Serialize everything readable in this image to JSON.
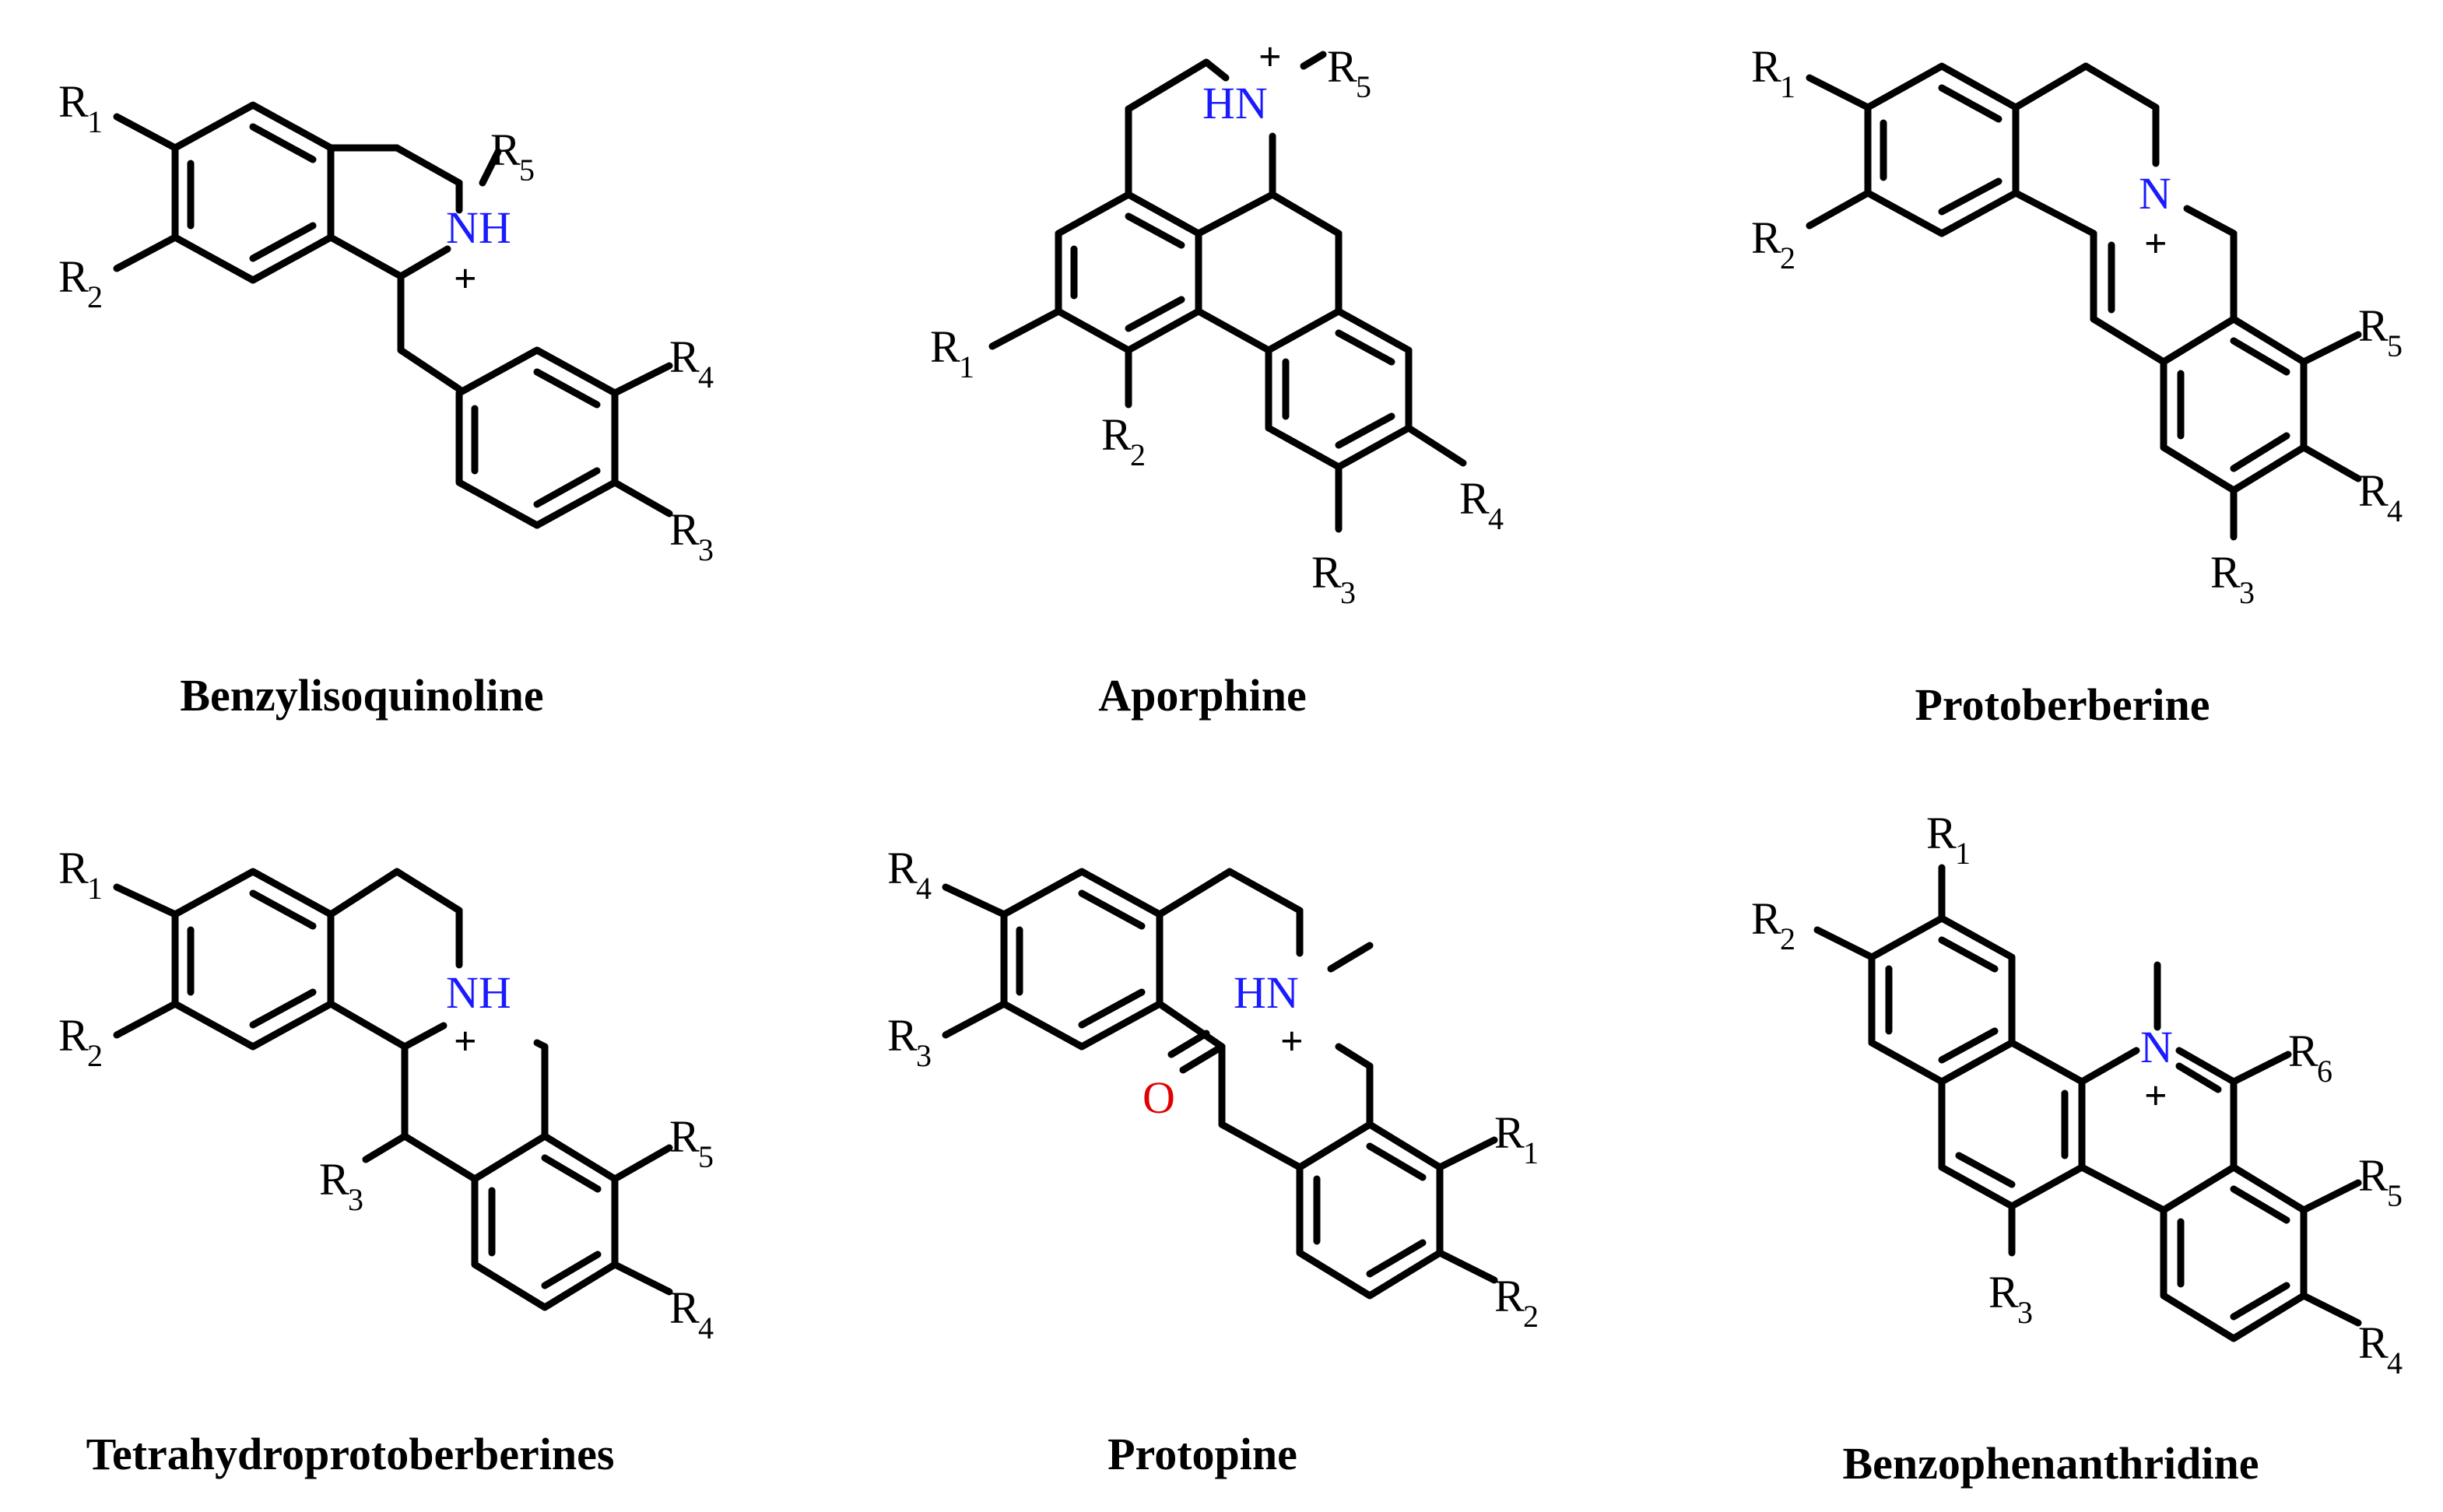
{
  "colors": {
    "bond": "#000000",
    "nitrogen": "#1a1aff",
    "oxygen": "#e00000"
  },
  "glyphs": {
    "plus": "+"
  },
  "structures": [
    {
      "name": "Benzylisoquinoline",
      "atoms": {
        "n": "NH"
      },
      "substituents": [
        "R",
        "1",
        "R",
        "2",
        "R",
        "5",
        "R",
        "4",
        "R",
        "3"
      ]
    },
    {
      "name": "Aporphine",
      "atoms": {
        "n": "HN"
      },
      "substituents": [
        "R",
        "5",
        "R",
        "1",
        "R",
        "2",
        "R",
        "4",
        "R",
        "3"
      ]
    },
    {
      "name": "Protoberberine",
      "atoms": {
        "n": "N"
      },
      "substituents": [
        "R",
        "1",
        "R",
        "2",
        "R",
        "5",
        "R",
        "4",
        "R",
        "3"
      ]
    },
    {
      "name": "Tetrahydroprotoberberines",
      "atoms": {
        "n": "NH"
      },
      "substituents": [
        "R",
        "1",
        "R",
        "2",
        "R",
        "3",
        "R",
        "5",
        "R",
        "4"
      ]
    },
    {
      "name": "Protopine",
      "atoms": {
        "n": "HN",
        "o": "O"
      },
      "substituents": [
        "R",
        "4",
        "R",
        "3",
        "R",
        "1",
        "R",
        "2"
      ]
    },
    {
      "name": "Benzophenanthridine",
      "atoms": {
        "n": "N"
      },
      "substituents": [
        "R",
        "1",
        "R",
        "2",
        "R",
        "6",
        "R",
        "5",
        "R",
        "3",
        "R",
        "4"
      ]
    }
  ]
}
